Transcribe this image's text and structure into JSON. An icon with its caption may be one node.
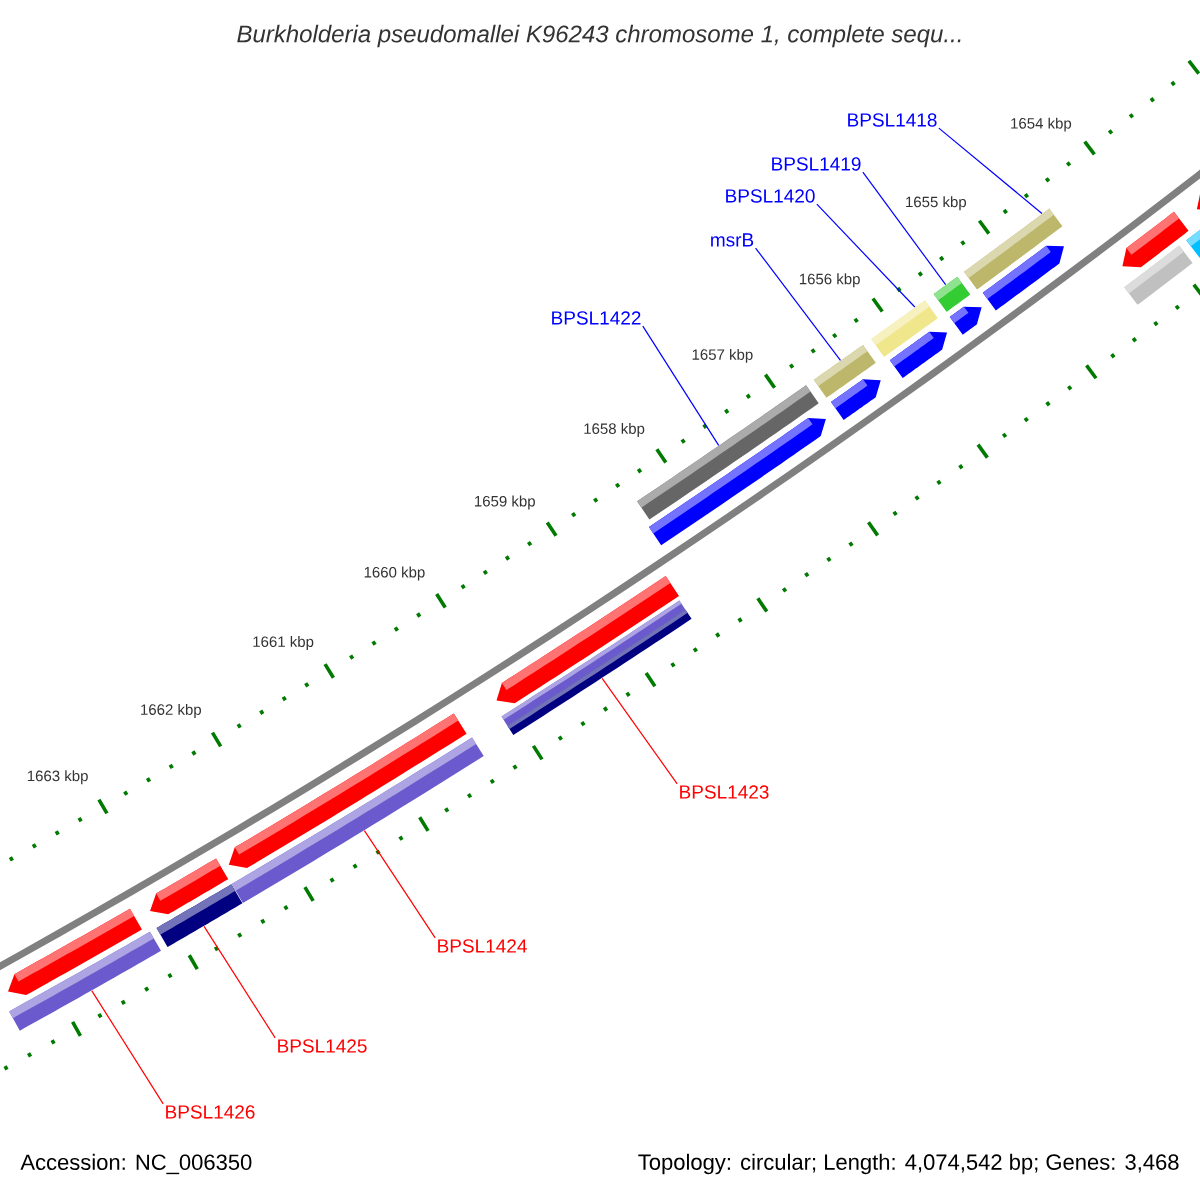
{
  "diagram": {
    "title": "Burkholderia pseudomallei K96243 chromosome 1, complete sequ...",
    "nodes": [
      {
        "text": [
          "BPSL1418"
        ]
      },
      {
        "text": [
          "BPSL1419"
        ]
      },
      {
        "text": [
          "BPSL1420"
        ]
      },
      {
        "text": [
          "msrB"
        ]
      },
      {
        "text": [
          "BPSL1422"
        ]
      },
      {
        "text": [
          "BPSL1423"
        ]
      },
      {
        "text": [
          "BPSL1424"
        ]
      },
      {
        "text": [
          "BPSL1425"
        ]
      },
      {
        "text": [
          "BPSL1426"
        ]
      },
      {
        "text": [],
        "shape": "pentagon"
      },
      {
        "text": [],
        "shape": "bar"
      },
      {
        "text": [],
        "shape": "pentagon"
      },
      {
        "text": [],
        "shape": "bar"
      },
      {
        "text": [],
        "shape": "pentagon"
      },
      {
        "text": [],
        "shape": "bar"
      },
      {
        "text": [],
        "shape": "pentagon"
      },
      {
        "text": [],
        "shape": "bar"
      },
      {
        "text": [],
        "shape": "bar"
      },
      {
        "text": [],
        "shape": "pentagon"
      },
      {
        "text": [],
        "shape": "bar"
      },
      {
        "text": [],
        "shape": "pentagon"
      },
      {
        "text": [],
        "shape": "bar"
      },
      {
        "text": [],
        "shape": "pentagon"
      },
      {
        "text": [],
        "shape": "bar"
      },
      {
        "text": [],
        "shape": "pentagon"
      },
      {
        "text": [],
        "shape": "bar"
      },
      {
        "text": [],
        "shape": "pentagon"
      },
      {
        "text": [],
        "shape": "pentagon"
      },
      {
        "text": [],
        "shape": "bar"
      },
      {
        "text": [],
        "shape": "pentagon"
      },
      {
        "text": [],
        "shape": "bar"
      }
    ],
    "edges": [
      {
        "from": 0,
        "to": 25,
        "arrow": "none"
      },
      {
        "from": 1,
        "to": 23,
        "arrow": "none"
      },
      {
        "from": 2,
        "to": 21,
        "arrow": "none"
      },
      {
        "from": 3,
        "to": 19,
        "arrow": "none"
      },
      {
        "from": 4,
        "to": 17,
        "arrow": "none"
      },
      {
        "from": 5,
        "to": 16,
        "arrow": "none",
        "color": "#ff0000"
      },
      {
        "from": 6,
        "to": 14,
        "arrow": "none",
        "color": "#ff0000"
      },
      {
        "from": 7,
        "to": 12,
        "arrow": "none",
        "color": "#ff0000"
      },
      {
        "from": 8,
        "to": 10,
        "arrow": "none",
        "color": "#ff0000"
      }
    ],
    "labels": [
      "1654 kbp",
      "1655 kbp",
      "1656 kbp",
      "1657 kbp",
      "1658 kbp",
      "1659 kbp",
      "1660 kbp",
      "1661 kbp",
      "1662 kbp",
      "1663 kbp",
      "Accession: NC_006350",
      "Topology: circular; Length: 4,074,542 bp; Genes: 3,468"
    ]
  }
}
